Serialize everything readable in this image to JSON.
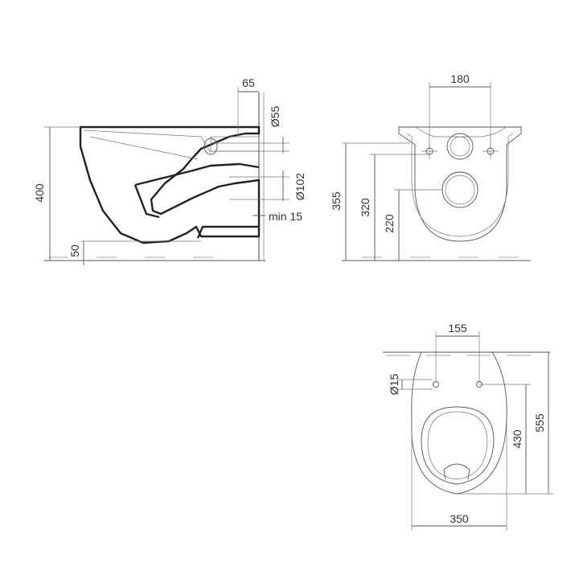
{
  "side_view": {
    "height_total": "400",
    "height_floor": "50",
    "pipe_offset": "65",
    "inlet_diameter": "Ø55",
    "outlet_diameter": "Ø102",
    "min_clearance": "min 15"
  },
  "rear_view": {
    "bolt_spacing": "180",
    "height_top": "355",
    "height_bolts": "320",
    "height_outlet": "220"
  },
  "top_view": {
    "bolt_spacing": "155",
    "bolt_diameter": "Ø15",
    "depth_bowl": "430",
    "depth_total": "555",
    "width": "350"
  }
}
